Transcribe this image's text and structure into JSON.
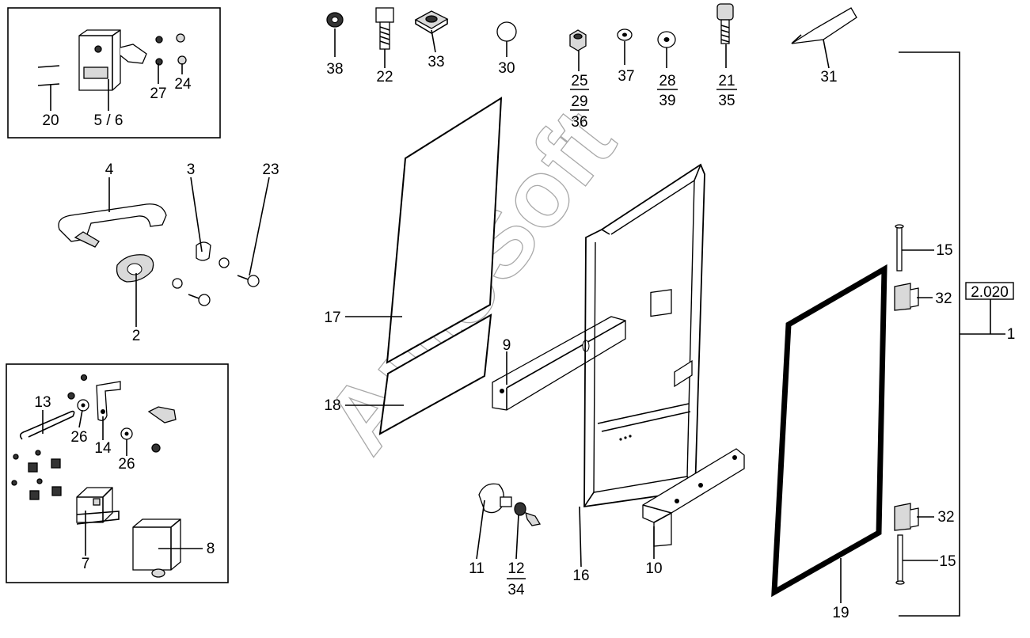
{
  "watermark": "AutoSoft",
  "section_ref": "2.020",
  "callouts": {
    "c38": "38",
    "c22": "22",
    "c33": "33",
    "c30": "30",
    "c25": "25",
    "c29": "29",
    "c36": "36",
    "c37": "37",
    "c28": "28",
    "c39": "39",
    "c21": "21",
    "c35": "35",
    "c31": "31",
    "c20": "20",
    "c56": "5 / 6",
    "c27": "27",
    "c24": "24",
    "c4": "4",
    "c3": "3",
    "c23": "23",
    "c2": "2",
    "c17": "17",
    "c18": "18",
    "c9": "9",
    "c16": "16",
    "c11": "11",
    "c12": "12",
    "c34": "34",
    "c10": "10",
    "c19": "19",
    "c15a": "15",
    "c32a": "32",
    "c1": "1",
    "c32b": "32",
    "c15b": "15",
    "c13": "13",
    "c26a": "26",
    "c14": "14",
    "c26b": "26",
    "c7": "7",
    "c8": "8"
  }
}
